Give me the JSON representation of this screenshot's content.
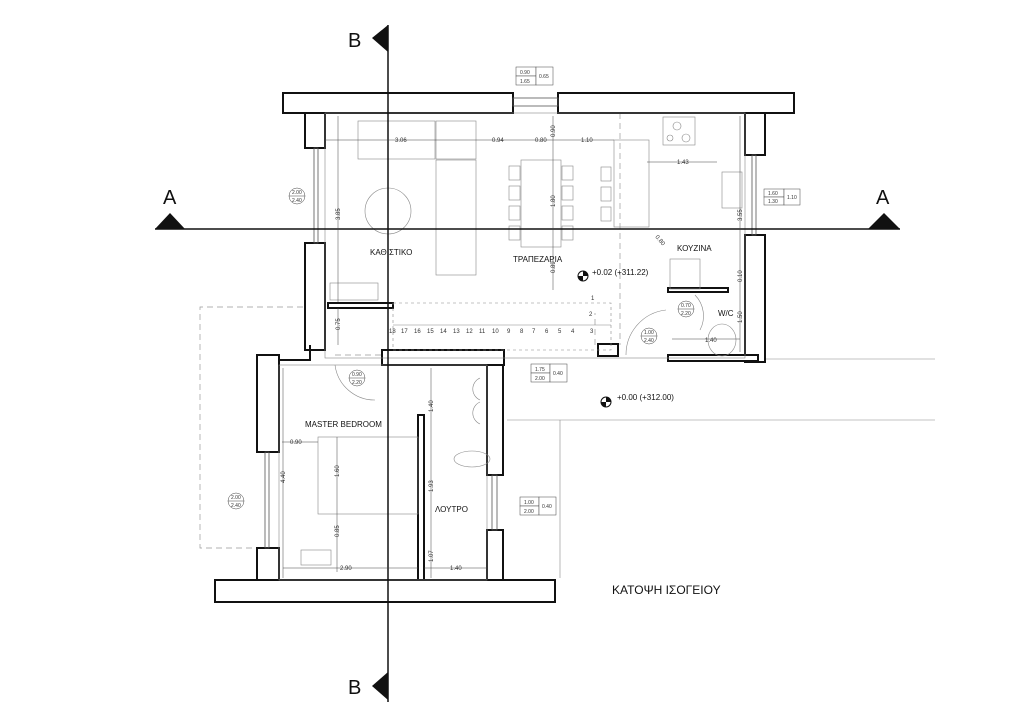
{
  "drawing_title": "ΚΑΤΟΨΗ ΙΣΟΓΕΙΟΥ",
  "section_marks": {
    "a": "A",
    "b": "B"
  },
  "rooms": {
    "living": "ΚΑΘΙΣΤΙΚΟ",
    "dining": "ΤΡΑΠΕΖΑΡΙΑ",
    "kitchen": "ΚΟΥΖΙΝΑ",
    "wc": "W/C",
    "master_bedroom": "MASTER BEDROOM",
    "bathroom": "ΛΟΥΤΡΟ"
  },
  "levels": {
    "upper": "+0.02 (+311.22)",
    "outside": "+0.00 (+312.00)"
  },
  "dimensions": {
    "d306": "3.06",
    "d094": "0.94",
    "d080": "0.80",
    "d090v": "0.90",
    "d110": "1.10",
    "d143": "1.43",
    "d385": "3.85",
    "d180": "1.80",
    "d355": "3.55",
    "d080k": "0.80",
    "d089": "0.89",
    "d010": "0.10",
    "d075": "0.75",
    "d150": "1.50",
    "d140wc": "1.40",
    "d090b": "0.90",
    "d440": "4.40",
    "d160": "1.60",
    "d085": "0.85",
    "d290": "2.90",
    "d140a": "1.40",
    "d193": "1.93",
    "d107": "1.07",
    "d140b": "1.40"
  },
  "stairs": [
    "1",
    "2",
    "3",
    "4",
    "5",
    "6",
    "7",
    "8",
    "9",
    "10",
    "11",
    "12",
    "13",
    "14",
    "15",
    "16",
    "17",
    "18"
  ],
  "window_tags": [
    {
      "w": "0.90",
      "h": "1.65",
      "sill": "0.65"
    },
    {
      "w": "1.60",
      "h": "1.30",
      "sill": "1.10"
    },
    {
      "w": "1.75",
      "h": "2.00",
      "sill": "0.40"
    },
    {
      "w": "1.00",
      "h": "2.00",
      "sill": "0.40"
    }
  ],
  "door_tags": [
    {
      "w": "2.00",
      "h": "2.40"
    },
    {
      "w": "0.70",
      "h": "2.20"
    },
    {
      "w": "1.00",
      "h": "2.40"
    },
    {
      "w": "0.90",
      "h": "2.20"
    },
    {
      "w": "2.00",
      "h": "2.40"
    }
  ]
}
